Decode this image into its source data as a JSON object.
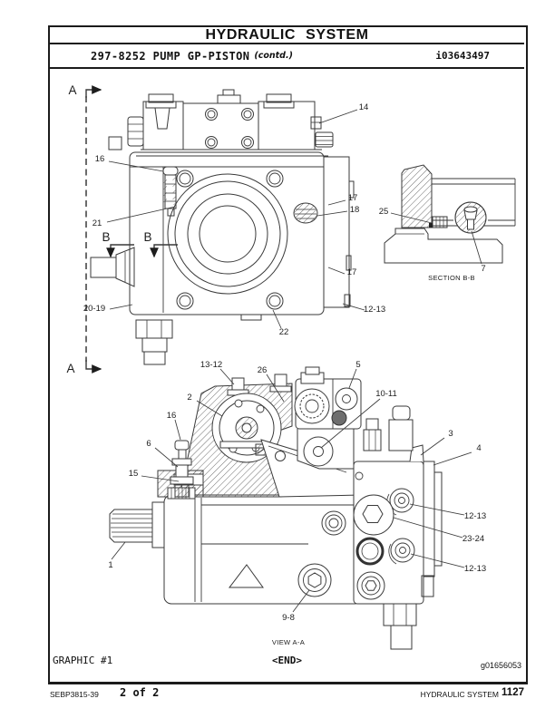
{
  "header": {
    "title": "HYDRAULIC SYSTEM",
    "doc_code": "297-8252 PUMP GP-PISTON",
    "contd": "(contd.)",
    "media_id": "i03643497"
  },
  "figure_front": {
    "cut_label_top": "A",
    "cut_label_bottom": "A",
    "section_arrow_left": "B",
    "section_arrow_right": "B",
    "callouts": [
      "14",
      "16",
      "21",
      "17",
      "18",
      "17",
      "20-19",
      "12-13",
      "22"
    ]
  },
  "section_bb": {
    "label": "SECTION B-B",
    "callouts": [
      "25",
      "7"
    ]
  },
  "figure_view_aa": {
    "label": "VIEW A-A",
    "callouts": [
      "13-12",
      "26",
      "5",
      "2",
      "10-11",
      "16",
      "6",
      "15",
      "1",
      "3",
      "4",
      "12-13",
      "23-24",
      "12-13",
      "9-8"
    ]
  },
  "graphic_footer": {
    "graphic_label": "GRAPHIC #1",
    "end_tag": "<END>",
    "graphic_id": "g01656053"
  },
  "page_footer": {
    "manual_code": "SEBP3815-39",
    "page_of": "2 of 2",
    "section": "HYDRAULIC SYSTEM",
    "page_number": "1127"
  },
  "colors": {
    "line": "#3a3a3a",
    "text": "#111111",
    "page": "#ffffff"
  }
}
